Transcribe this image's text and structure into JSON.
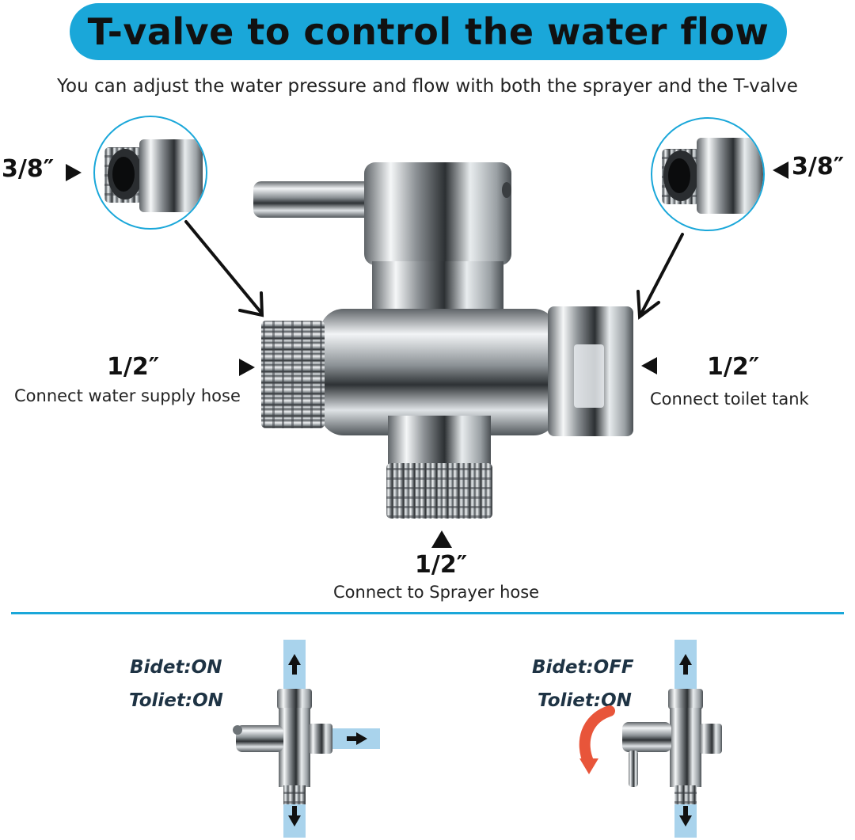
{
  "header": {
    "title": "T-valve to control the water flow",
    "subtitle": "You can adjust the water pressure and flow with both the sprayer and the T-valve"
  },
  "callouts": {
    "top_left_size": "3/8″",
    "top_right_size": "3/8″",
    "left": {
      "size": "1/2″",
      "desc": "Connect water supply hose"
    },
    "right": {
      "size": "1/2″",
      "desc": "Connect toilet tank"
    },
    "bottom": {
      "size": "1/2″",
      "desc": "Connect to Sprayer hose"
    }
  },
  "modes": {
    "on": {
      "bidet": "Bidet:ON",
      "toilet": "Toliet:ON"
    },
    "off": {
      "bidet": "Bidet:OFF",
      "toilet": "Toliet:ON"
    }
  },
  "colors": {
    "accent": "#1aa7d9",
    "flow": "#a9d3ec",
    "arrow": "#e8553a"
  }
}
